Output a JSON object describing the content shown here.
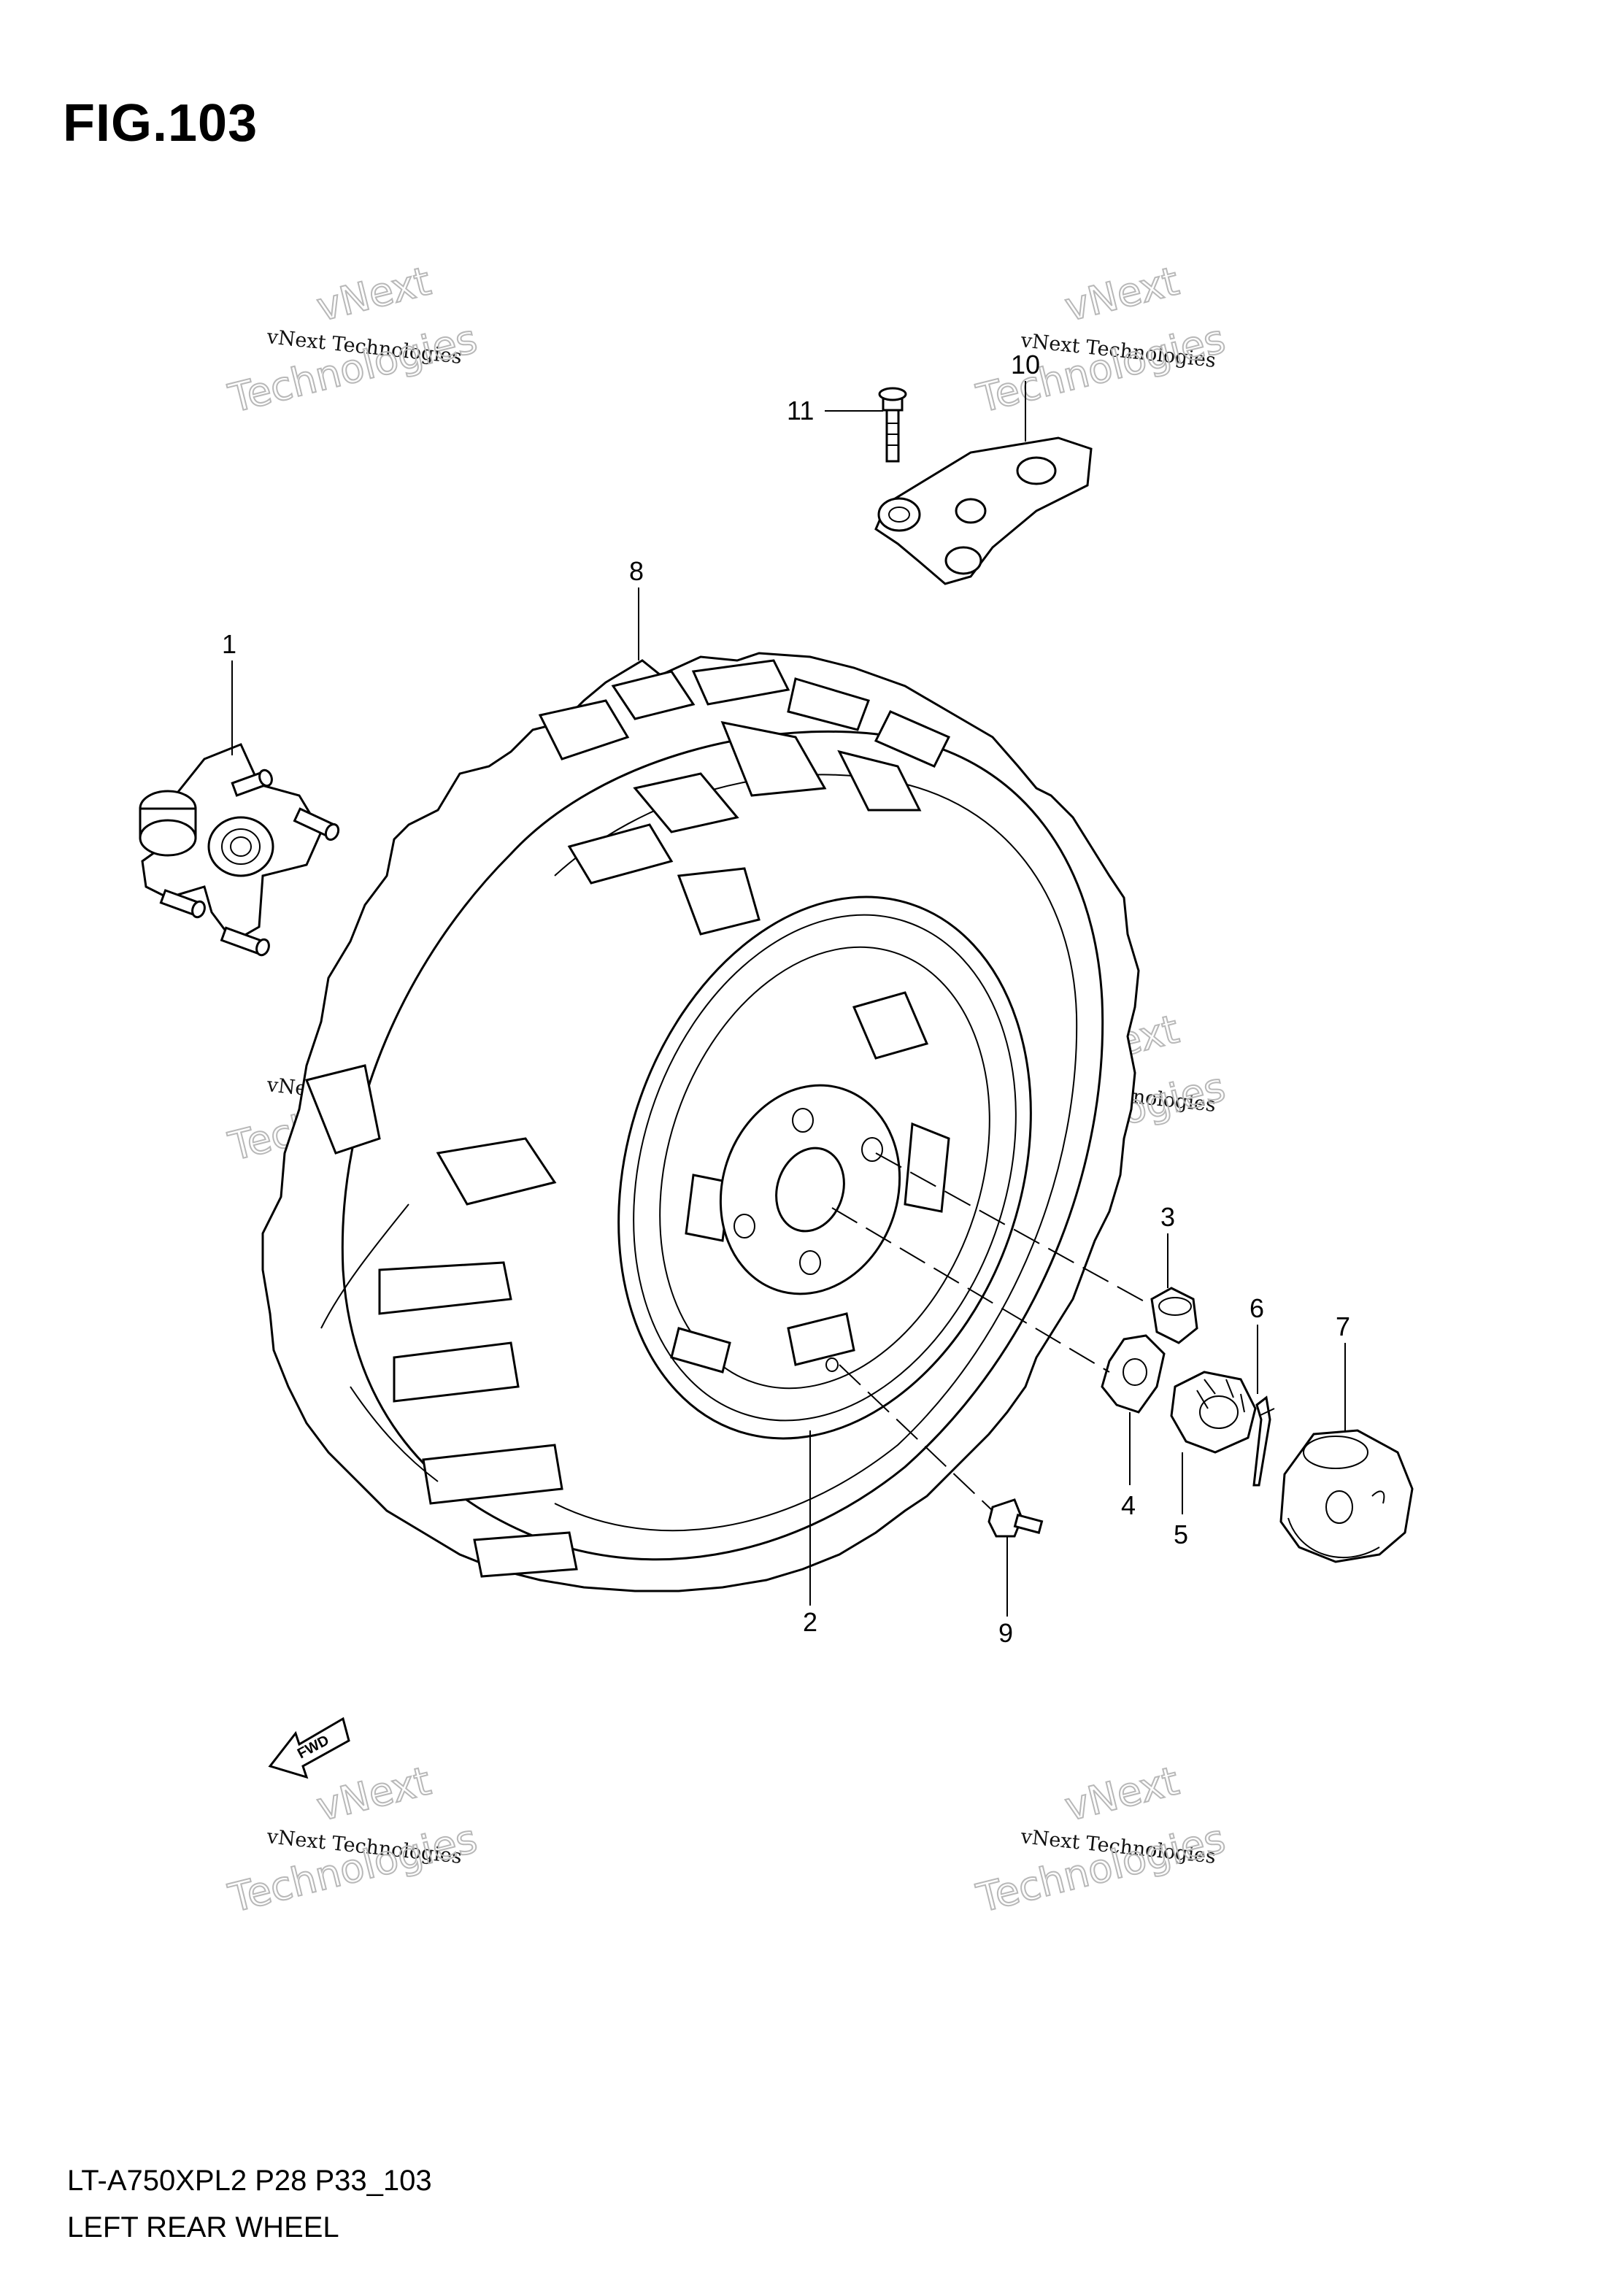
{
  "figure": {
    "title": "FIG.103",
    "model_code": "LT-A750XPL2 P28 P33_103",
    "name": "LEFT REAR WHEEL"
  },
  "callouts": [
    "1",
    "2",
    "3",
    "4",
    "5",
    "6",
    "7",
    "8",
    "9",
    "10",
    "11"
  ],
  "direction_label": "FWD",
  "watermark": {
    "line1": "vNext Technologies",
    "line2": "vNext",
    "line3": "Technologies"
  },
  "colors": {
    "line": "#000000",
    "watermark": "#b8b8b8",
    "background": "#ffffff"
  }
}
